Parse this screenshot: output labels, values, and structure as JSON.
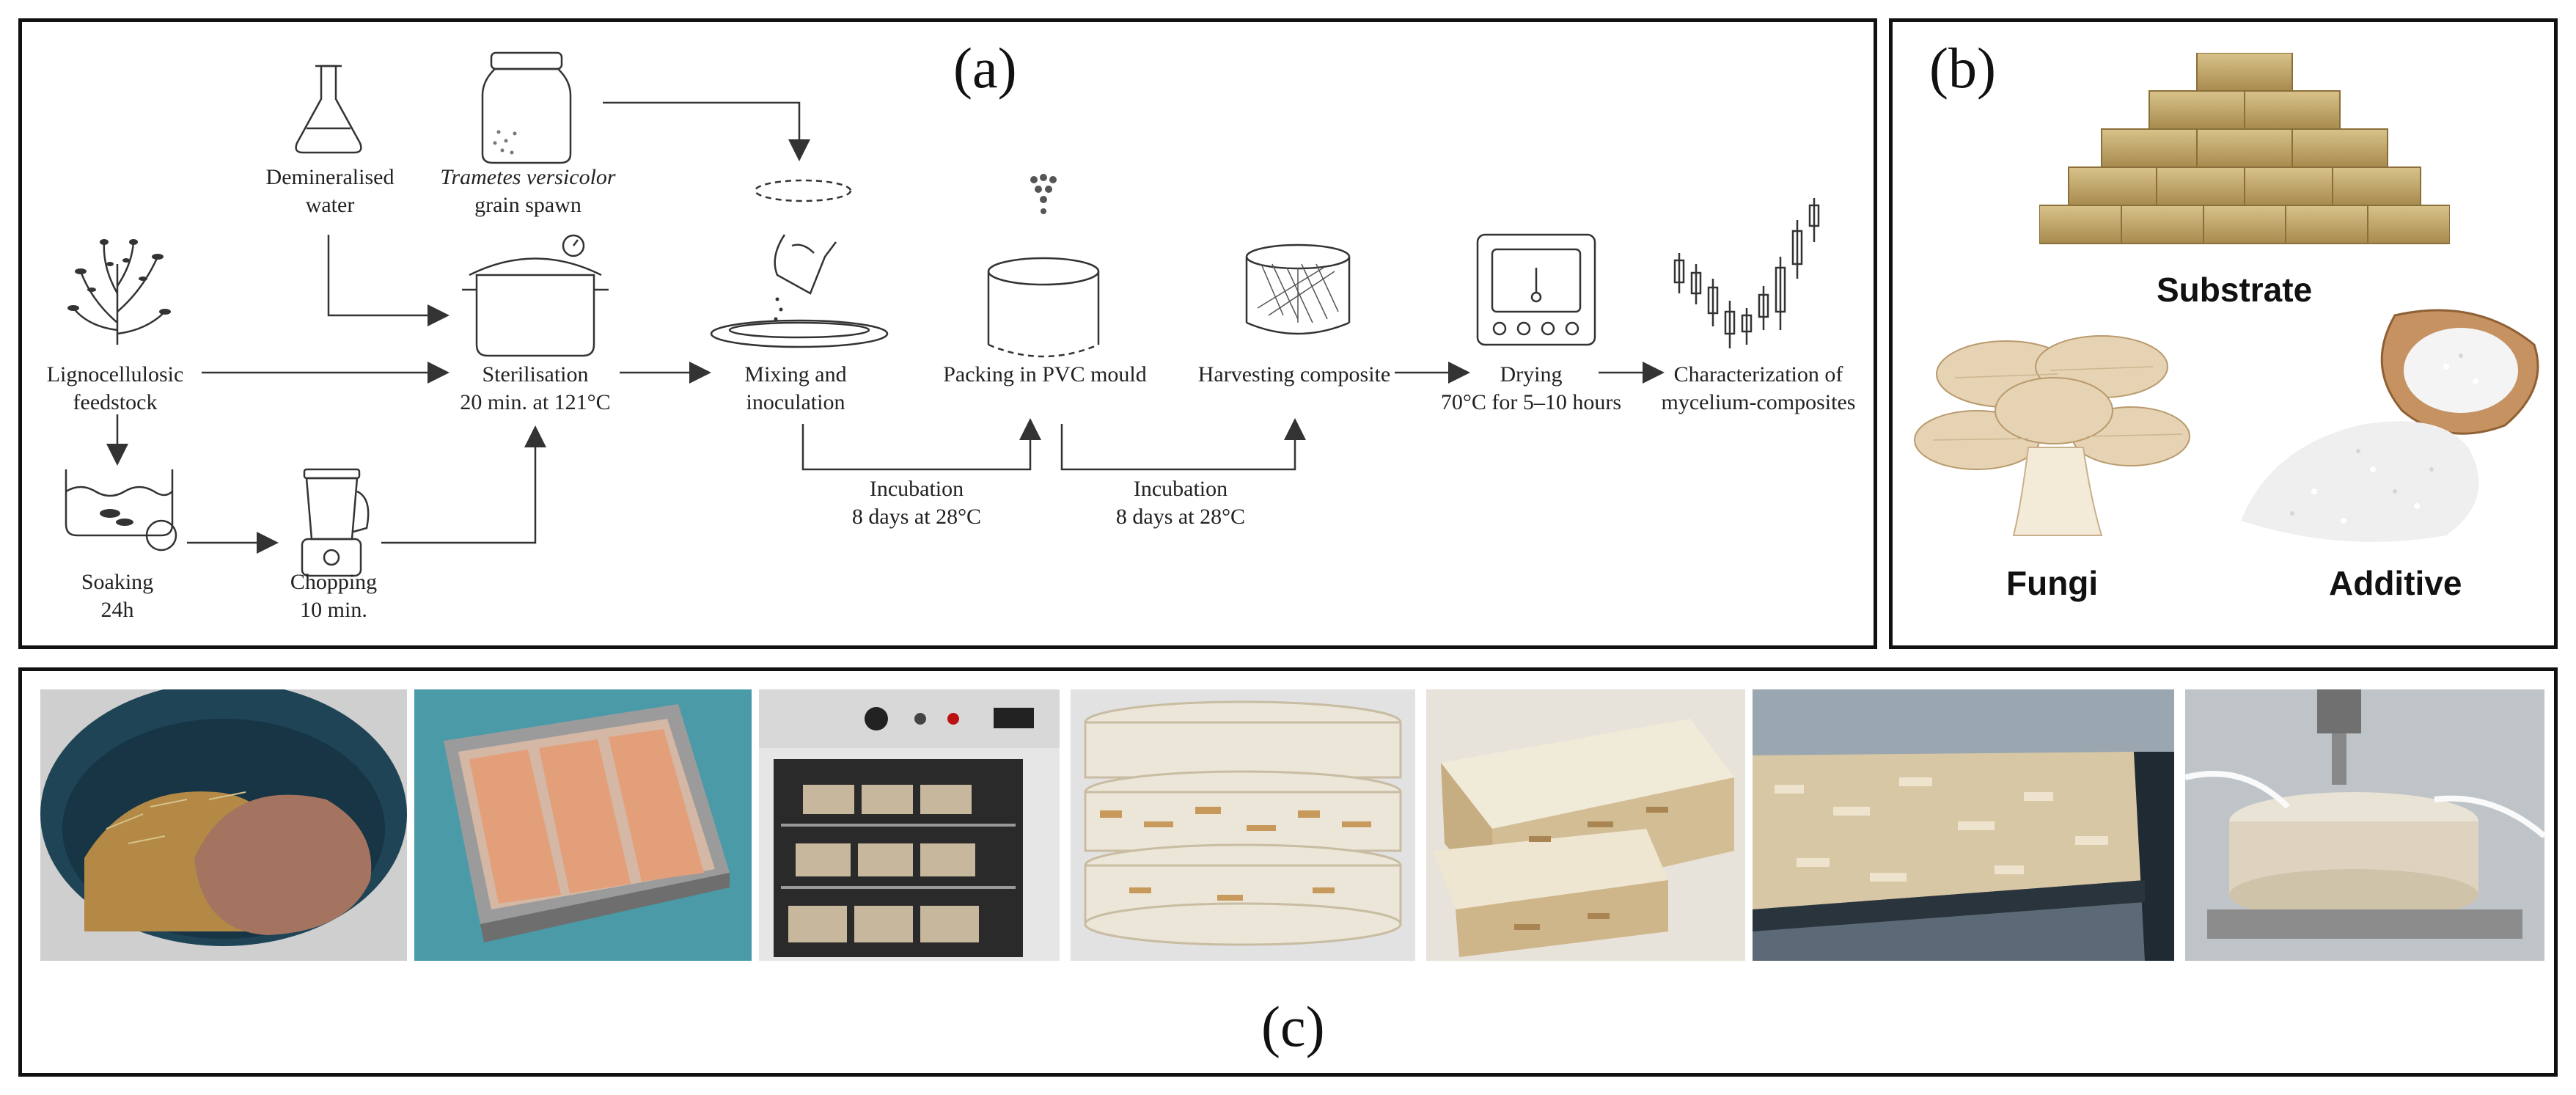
{
  "panels": {
    "a": {
      "letter": "(a)",
      "steps": {
        "feedstock": [
          "Lignocellulosic",
          "feedstock"
        ],
        "water": [
          "Demineralised",
          "water"
        ],
        "spawn_italic": "Trametes versicolor",
        "spawn_rest": "grain spawn",
        "sterilisation": [
          "Sterilisation",
          "20 min. at 121°C"
        ],
        "soaking": [
          "Soaking",
          "24h"
        ],
        "chopping": [
          "Chopping",
          "10 min."
        ],
        "mixing": [
          "Mixing and",
          "inoculation"
        ],
        "packing": "Packing in PVC mould",
        "harvesting": "Harvesting composite",
        "drying": [
          "Drying",
          "70°C for 5–10 hours"
        ],
        "characterization": [
          "Characterization of",
          "mycelium-composites"
        ],
        "incubation1": [
          "Incubation",
          "8 days at 28°C"
        ],
        "incubation2": [
          "Incubation",
          "8 days at 28°C"
        ]
      }
    },
    "b": {
      "letter": "(b)",
      "substrate": "Substrate",
      "fungi": "Fungi",
      "additive": "Additive"
    },
    "c": {
      "letter": "(c)",
      "photos": [
        "substrate-bucket-photo",
        "filled-mould-tray-photo",
        "incubator-oven-photo",
        "stacked-composite-discs-photo",
        "composite-blocks-photo",
        "composite-panel-edge-photo",
        "compression-test-photo"
      ]
    }
  }
}
